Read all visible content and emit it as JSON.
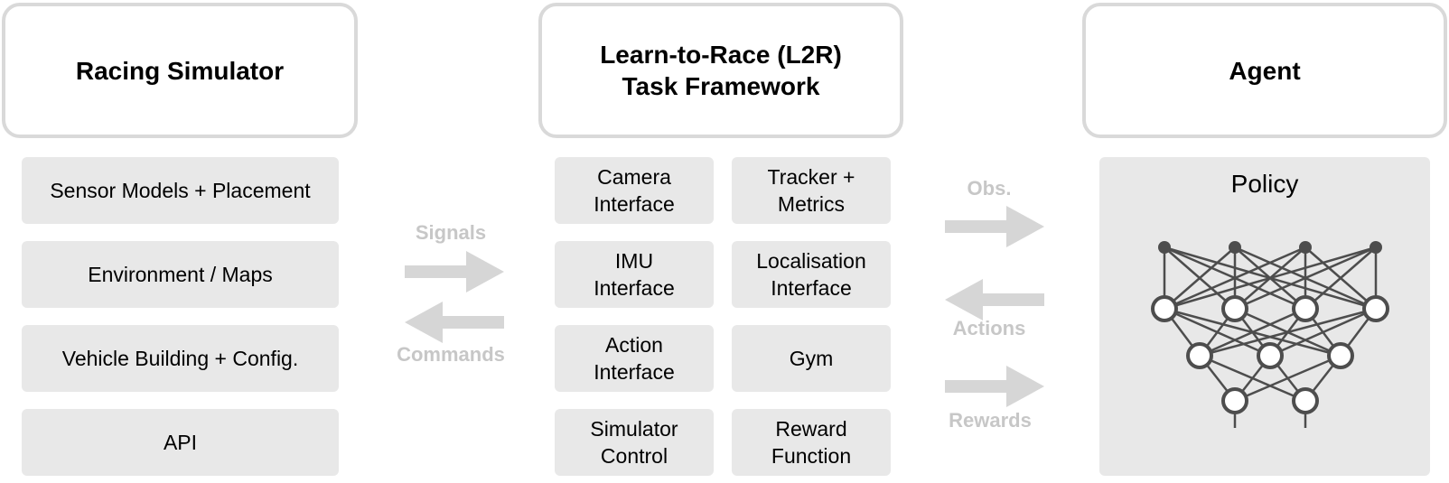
{
  "columns": {
    "simulator": {
      "title": "Racing Simulator",
      "items": [
        "Sensor Models + Placement",
        "Environment / Maps",
        "Vehicle Building + Config.",
        "API"
      ]
    },
    "framework": {
      "title_line1": "Learn-to-Race (L2R)",
      "title_line2": "Task Framework",
      "items": [
        [
          "Camera",
          "Interface"
        ],
        [
          "Tracker +",
          "Metrics"
        ],
        [
          "IMU",
          "Interface"
        ],
        [
          "Localisation",
          "Interface"
        ],
        [
          "Action",
          "Interface"
        ],
        [
          "Gym"
        ],
        [
          "Simulator",
          "Control"
        ],
        [
          "Reward",
          "Function"
        ]
      ]
    },
    "agent": {
      "title": "Agent",
      "policy_label": "Policy"
    }
  },
  "flows": {
    "left": {
      "forward": "Signals",
      "backward": "Commands"
    },
    "right": {
      "obs": "Obs.",
      "actions": "Actions",
      "rewards": "Rewards"
    }
  },
  "colors": {
    "header_border": "#d9d9d9",
    "cell_fill": "#e8e8e8",
    "arrow": "#d6d6d6",
    "flow_text": "#c7c7c7",
    "network": "#4d4d4d"
  },
  "network": {
    "layers": [
      4,
      4,
      3,
      2
    ],
    "icon": "neural-network-icon"
  }
}
